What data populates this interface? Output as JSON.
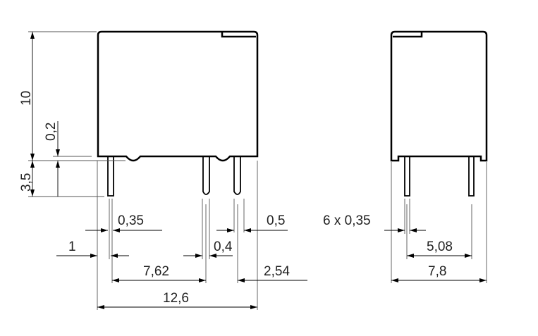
{
  "diagram": {
    "front_view": {
      "height_label": "10",
      "gap_label": "0,2",
      "pin_length_label": "3,5",
      "pin_width_label": "0,35",
      "pin_offset_label": "1",
      "pin_width2_label": "0,4",
      "pin_width3_label": "0,5",
      "pitch1_label": "7,62",
      "pitch2_label": "2,54",
      "total_width_label": "12,6"
    },
    "side_view": {
      "pin_width_label": "6 x 0,35",
      "pitch_label": "5,08",
      "depth_label": "7,8"
    }
  }
}
